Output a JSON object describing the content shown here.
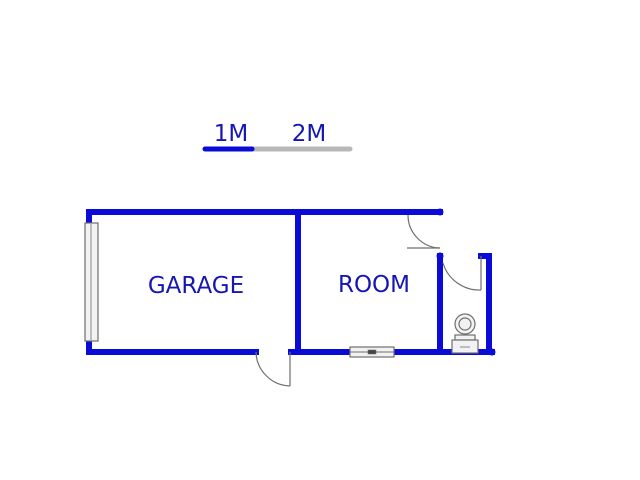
{
  "colors": {
    "wall": "#0b0bd8",
    "label": "#1616b4",
    "scale_done": "#0b0bd8",
    "scale_rest": "#b8b8b8",
    "fixture_stroke": "#6f6f6f",
    "fixture_fill": "#f2f2f2"
  },
  "scale_bar": {
    "label_1": "1M",
    "label_2": "2M"
  },
  "rooms": {
    "garage": "GARAGE",
    "room": "ROOM"
  },
  "fixtures": {
    "garage_door": "garage-roller-door-icon",
    "toilet": "toilet-icon",
    "window": "window-icon",
    "door_swing": "door-swing-icon"
  }
}
